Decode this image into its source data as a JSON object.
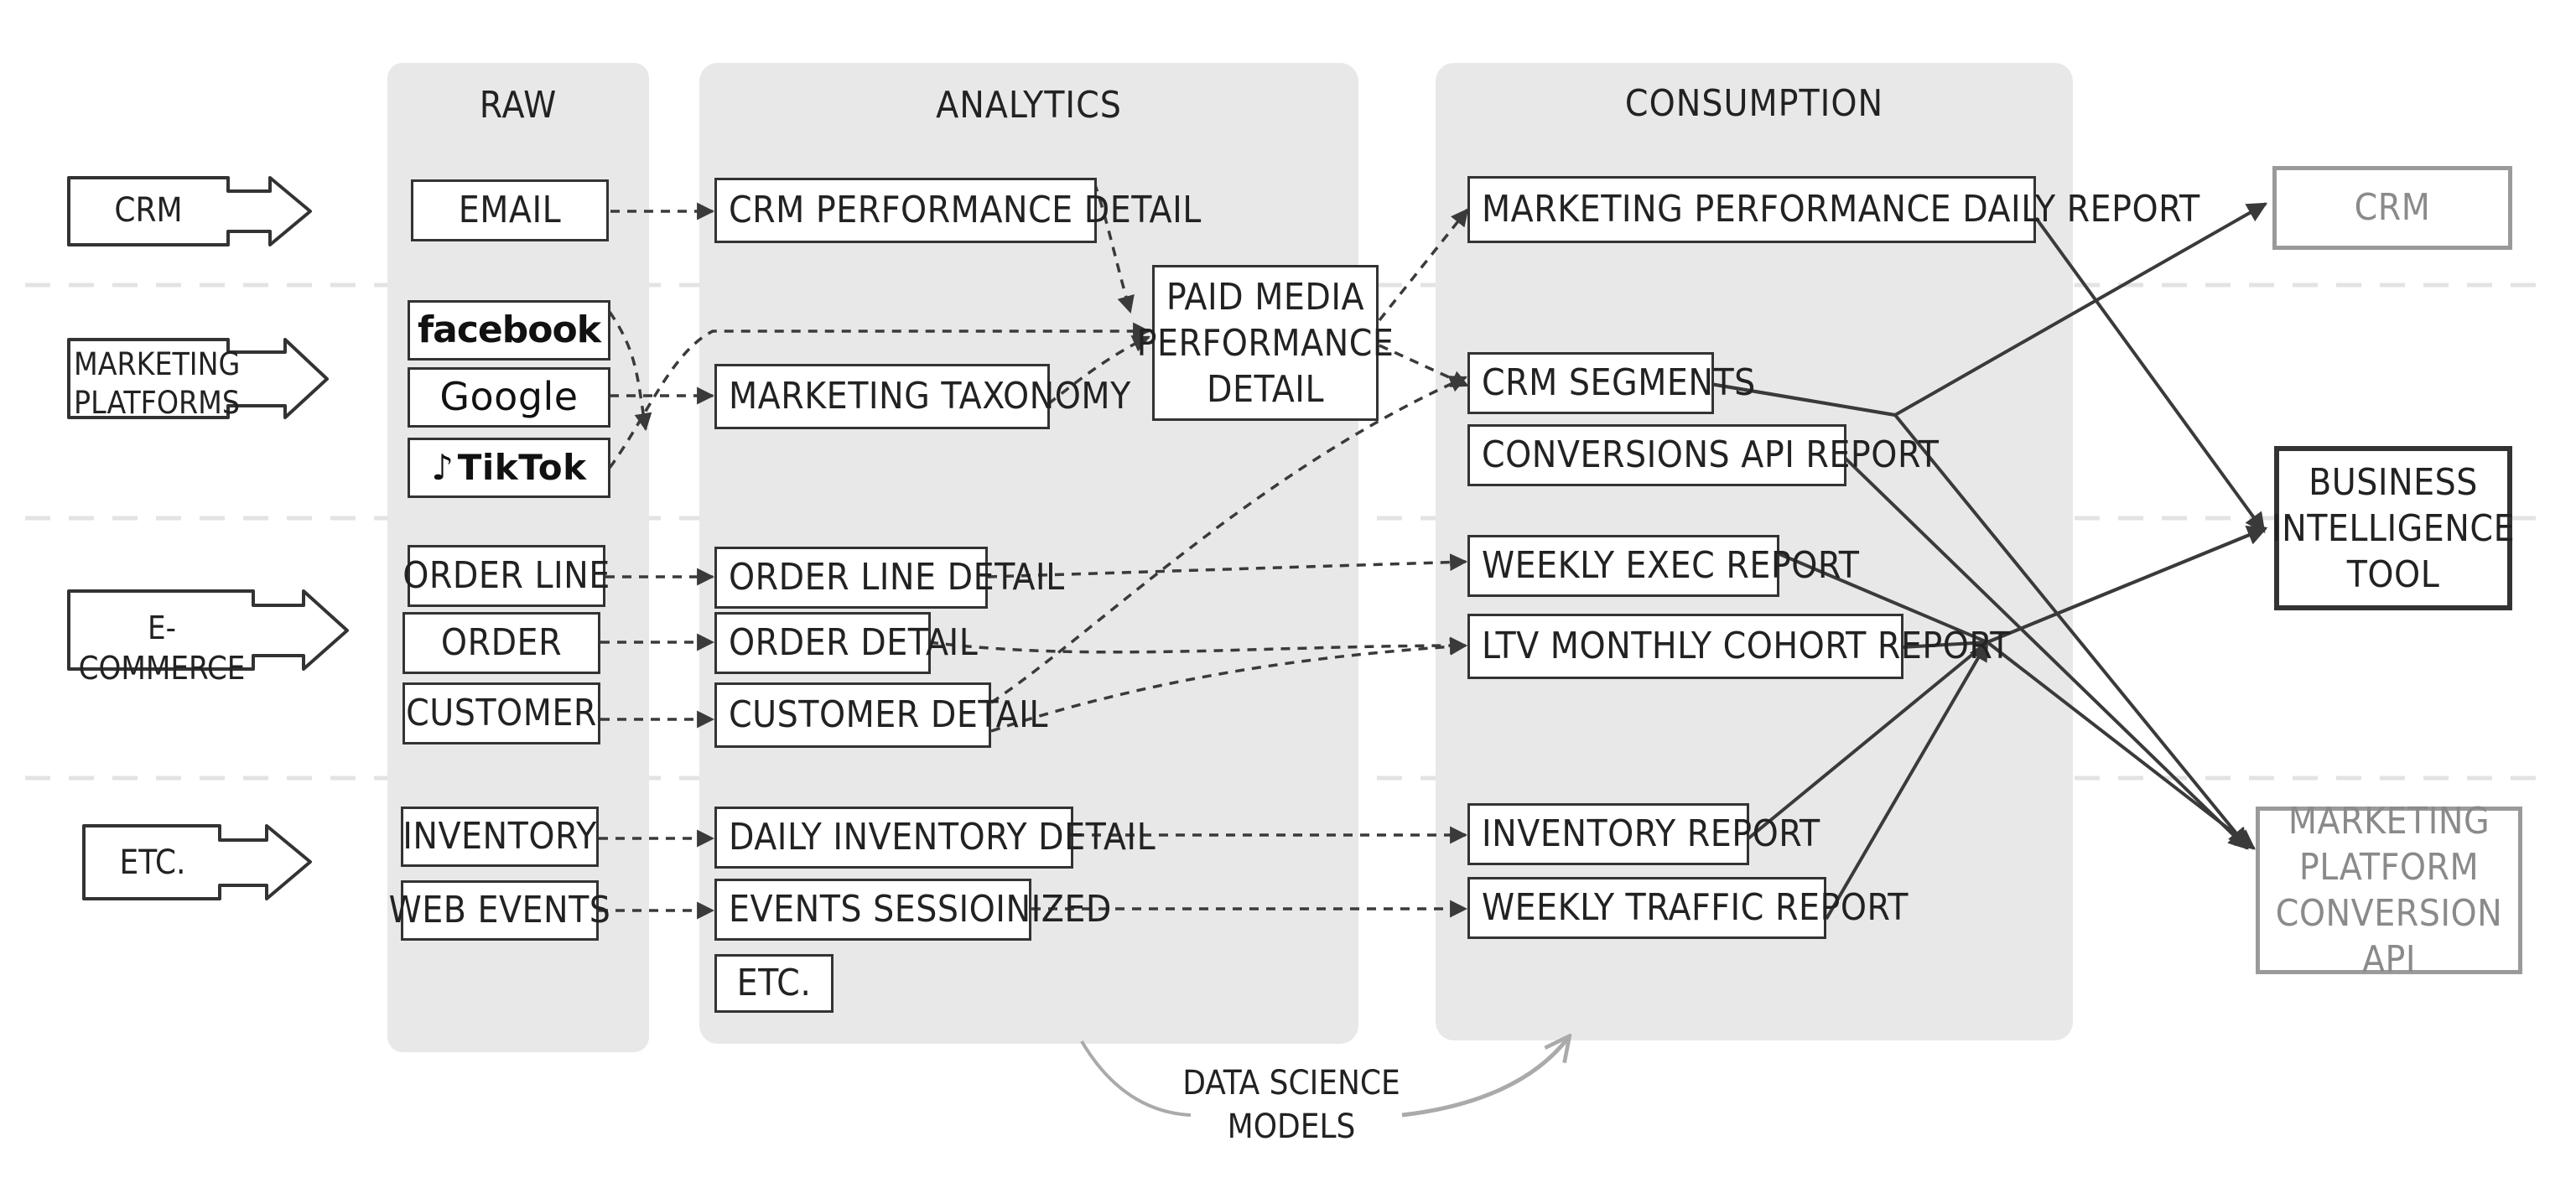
{
  "columns": {
    "raw": "RAW",
    "analytics": "ANALYTICS",
    "consumption": "CONSUMPTION"
  },
  "sources": {
    "crm": "CRM",
    "marketing_platforms": "MARKETING PLATFORMS",
    "ecommerce": "E-COMMERCE",
    "etc": "ETC."
  },
  "raw": {
    "email": "EMAIL",
    "facebook": "facebook",
    "google": "Google",
    "tiktok": "TikTok",
    "order_line": "ORDER LINE",
    "order": "ORDER",
    "customer": "CUSTOMER",
    "inventory": "INVENTORY",
    "web_events": "WEB EVENTS"
  },
  "analytics": {
    "crm_performance_detail": "CRM PERFORMANCE DETAIL",
    "marketing_taxonomy": "MARKETING TAXONOMY",
    "paid_media_performance_detail": "PAID MEDIA PERFORMANCE DETAIL",
    "order_line_detail": "ORDER LINE DETAIL",
    "order_detail": "ORDER DETAIL",
    "customer_detail": "CUSTOMER DETAIL",
    "daily_inventory_detail": "DAILY INVENTORY DETAIL",
    "events_sessioinized": "EVENTS SESSIOINIZED",
    "etc": "ETC."
  },
  "consumption": {
    "marketing_performance_daily_report": "MARKETING PERFORMANCE DAILY REPORT",
    "crm_segments": "CRM SEGMENTS",
    "conversions_api_report": "CONVERSIONS API REPORT",
    "weekly_exec_report": "WEEKLY EXEC REPORT",
    "ltv_monthly_cohort_report": "LTV MONTHLY COHORT REPORT",
    "inventory_report": "INVENTORY REPORT",
    "weekly_traffic_report": "WEEKLY TRAFFIC REPORT"
  },
  "destinations": {
    "crm": "CRM",
    "business_intelligence_tool": "BUSINESS INTELLIGENCE TOOL",
    "marketing_platform_conversion_api": "MARKETING PLATFORM CONVERSION API"
  },
  "data_science_models": "DATA SCIENCE MODELS",
  "colors": {
    "panel": "#e8e8e8",
    "line": "#3a3a3a",
    "faded": "#9a9a9a",
    "separator": "#e3e3e3"
  }
}
